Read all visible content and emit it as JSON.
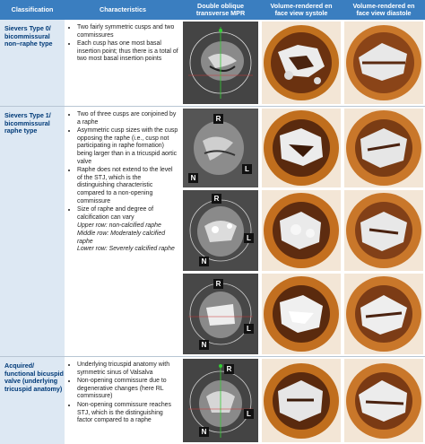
{
  "header": {
    "col1": "Classification",
    "col2": "Characteristics",
    "col3": "Double oblique transverse MPR",
    "col4": "Volume-rendered en face view systole",
    "col5": "Volume-rendered en face view diastole"
  },
  "rows": [
    {
      "classification": "Sievers Type 0/ bicommissural non–raphe type",
      "bullets": [
        "Two fairly symmetric cusps and two commissures",
        "Each cusp has one most basal insertion point; thus there is a total of two most basal insertion points"
      ]
    },
    {
      "classification": "Sievers Type 1/ bicommissural raphe type",
      "bullets": [
        "Two of three cusps are conjoined by a raphe",
        "Asymmetric cusp sizes with the cusp opposing the raphe (i.e., cusp not participating in raphe formation) being larger than in a tricuspid aortic valve",
        "Raphe does not extend to the level of the STJ, which is the distinguishing characteristic compared to a non-opening commissure",
        "Size of raphe and degree of calcification can vary"
      ],
      "notes": [
        "Upper row: non-calcified raphe",
        "Middle row: Moderately calcified raphe",
        "Lower row: Severely calcified raphe"
      ]
    },
    {
      "classification": "Acquired/ functional bicuspid valve (underlying tricuspid anatomy)",
      "bullets": [
        "Underlying tricuspid anatomy with symmetric sinus of Valsalva",
        "Non-opening commissure due to degenerative changes (here RL commissure)",
        "Non-opening commissure reaches STJ, which is the distinguishing factor compared to a raphe"
      ]
    }
  ],
  "labels": {
    "r": "R",
    "l": "L",
    "n": "N"
  },
  "colors": {
    "header_bg": "#3a7ec0",
    "class_bg": "#dde8f3",
    "class_text": "#003a78",
    "vr_base": "#c87a24"
  }
}
